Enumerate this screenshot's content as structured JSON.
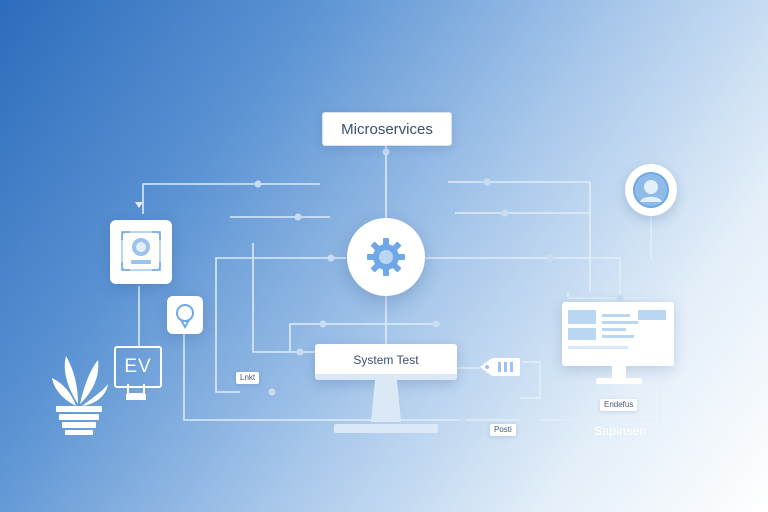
{
  "nodes": {
    "microservices_label": "Microservices",
    "system_test_label": "System Test",
    "ev_label": "EV",
    "tag_left": "Lnkt",
    "tag_bottom": "Posti",
    "tag_right": "Endefus",
    "right_caption": "Sapinsen"
  },
  "colors": {
    "line": "#e2eefb",
    "node_dot": "#c9dcf2",
    "icon_blue": "#6fa8e6",
    "icon_light": "#b9d6f3"
  }
}
